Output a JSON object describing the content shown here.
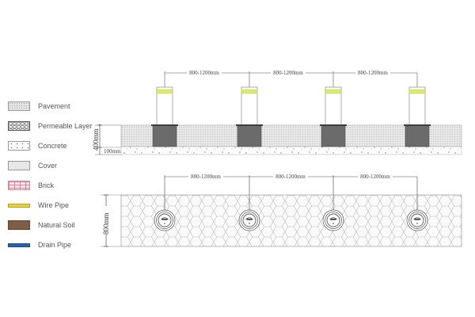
{
  "legend": {
    "items": [
      {
        "label": "Pavement",
        "pattern": "pavement",
        "color": "#d9d9d9"
      },
      {
        "label": "Permeable Layer",
        "pattern": "permeable",
        "color": "#bdbdbd"
      },
      {
        "label": "Concrete",
        "pattern": "concrete",
        "color": "#f6f6f6"
      },
      {
        "label": "Cover",
        "pattern": "cover",
        "color": "#f2f2f2"
      },
      {
        "label": "Brick",
        "pattern": "brick",
        "color": "#f7e1e6"
      },
      {
        "label": "Wire Pipe",
        "pattern": "solid",
        "color": "#e6d23a"
      },
      {
        "label": "Natural Soil",
        "pattern": "soil",
        "color": "#8b6a4e"
      },
      {
        "label": "Drain Pipe",
        "pattern": "solid",
        "color": "#2a64a8"
      }
    ]
  },
  "front_view": {
    "height_label": "400mm",
    "base_label": "100mm",
    "spacing_labels": [
      "800-1200mm",
      "800-1200mm",
      "800-1200mm"
    ],
    "bollard_count": 4,
    "bollard_band_color": "#dcea6a",
    "sleeve_color": "#6b6b6b"
  },
  "top_view": {
    "width_label": "800mm",
    "spacing_labels": [
      "800-1200mm",
      "800-1200mm",
      "800-1200mm"
    ],
    "bollard_count": 4
  }
}
